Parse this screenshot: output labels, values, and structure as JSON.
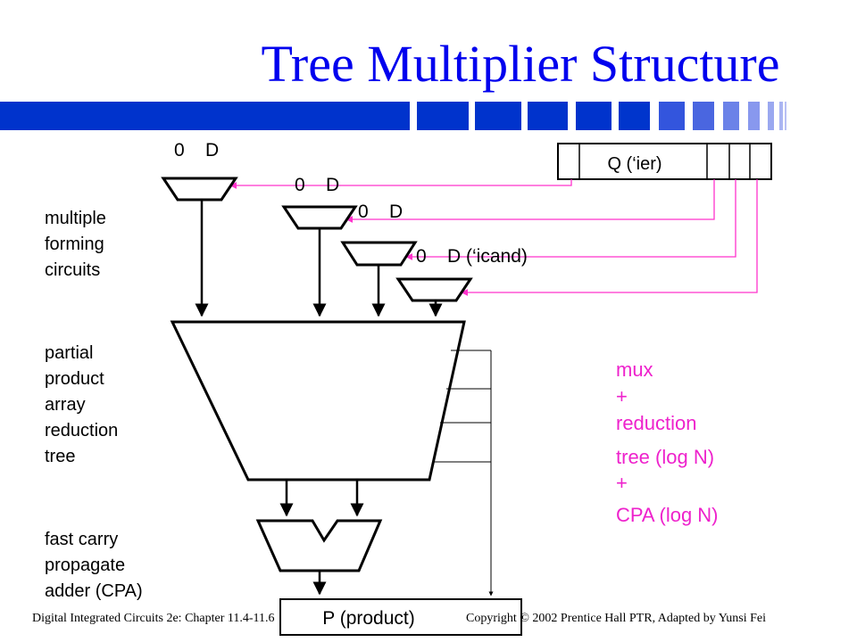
{
  "slide": {
    "title": "Tree Multiplier Structure",
    "footer_left": "Digital Integrated Circuits 2e: Chapter 11.4-11.6",
    "footer_right": "Copyright © 2002 Prentice Hall PTR, Adapted by Yunsi Fei"
  },
  "diagram": {
    "mux_labels": {
      "m1": "0    D",
      "m2": "0    D",
      "m3": "0    D",
      "m4": "0    D (‘icand)"
    },
    "q_register": "Q (‘ier)",
    "product_register": "P (product)",
    "side_labels": {
      "mfc": [
        "multiple",
        "forming",
        "circuits"
      ],
      "pp": [
        "partial",
        "product",
        "array",
        "reduction",
        "tree"
      ],
      "cpa": [
        "fast carry",
        "propagate",
        "adder (CPA)"
      ]
    },
    "annotation": [
      "mux",
      "+",
      "reduction",
      "tree (log N)",
      "+",
      "CPA (log N)"
    ]
  },
  "colors": {
    "title": "#0000ee",
    "bar": "#0033cc",
    "wire_pink": "#ff33cc",
    "annotation": "#ee22cc",
    "line": "#000000"
  }
}
